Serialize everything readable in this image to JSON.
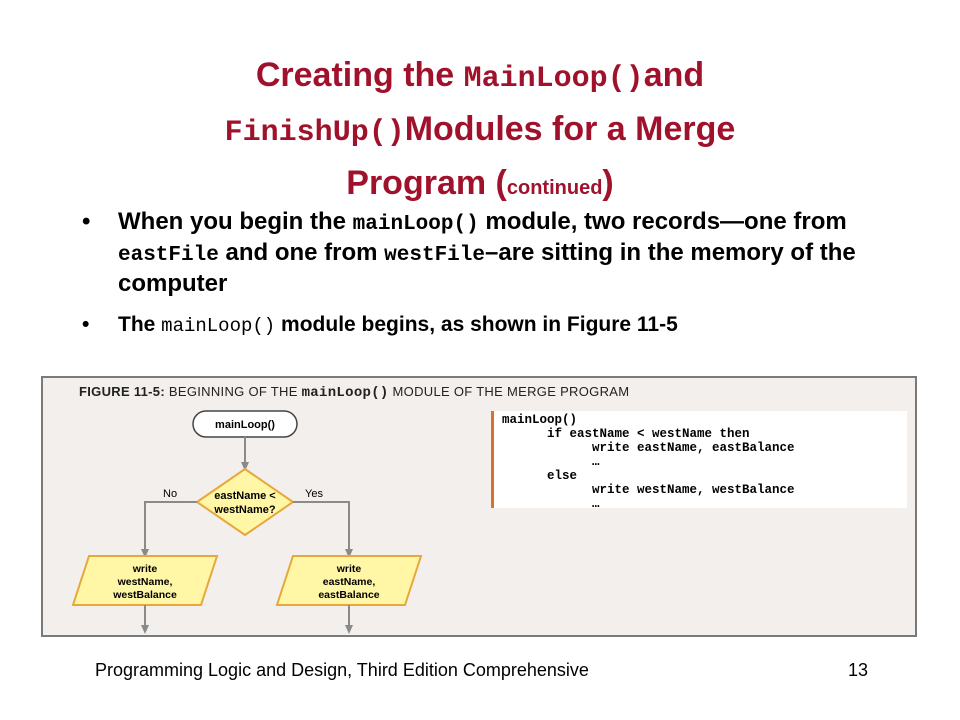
{
  "slide": {
    "title": {
      "line1_text": "Creating the ",
      "line1_code": "MainLoop()",
      "line1_end": "and",
      "line2_code": "FinishUp()",
      "line2_text": "Modules for a Merge",
      "line3_text": "Program (",
      "line3_small": "continued",
      "line3_end": ")"
    },
    "bullets": {
      "b1": {
        "t1": "When you begin the ",
        "c1": "mainLoop()",
        "t2": " module, two records—one from ",
        "c2": "eastFile",
        "t3": " and one from ",
        "c3": "westFile",
        "t4": "–are sitting in the memory of the computer"
      },
      "b2": {
        "t1": "The ",
        "c1": "mainLoop()",
        "t2": " module begins, as shown in Figure 11-5"
      }
    },
    "footer": "Programming Logic and Design, Third Edition Comprehensive",
    "page_number": "13"
  },
  "figure": {
    "caption_label": "FIGURE 11-5:",
    "caption_text1": "BEGINNING OF THE ",
    "caption_code": "mainLoop()",
    "caption_text2": " MODULE OF THE MERGE PROGRAM",
    "colors": {
      "fill": "#fff6a6",
      "stroke": "#e7a73b",
      "arrow": "#8a8a8a",
      "code_border": "#d7732f",
      "panel": "#f3efec"
    },
    "flowchart": {
      "start_label": "mainLoop()",
      "decision_line1": "eastName <",
      "decision_line2": "westName?",
      "no_label": "No",
      "yes_label": "Yes",
      "left_io": [
        "write",
        "westName,",
        "westBalance"
      ],
      "right_io": [
        "write",
        "eastName,",
        "eastBalance"
      ]
    },
    "pseudocode": [
      "mainLoop()",
      "      if eastName < westName then",
      "            write eastName, eastBalance",
      "            …",
      "      else",
      "            write westName, westBalance",
      "            …"
    ]
  }
}
